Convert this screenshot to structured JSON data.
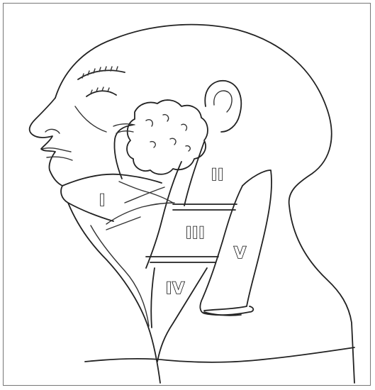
{
  "figure": {
    "labels": {
      "level_1": "I",
      "level_2": "II",
      "level_3": "III",
      "level_4": "IV",
      "level_5": "V"
    },
    "colors": {
      "line": "#222222",
      "background": "#ffffff",
      "frame": "#777777"
    }
  }
}
